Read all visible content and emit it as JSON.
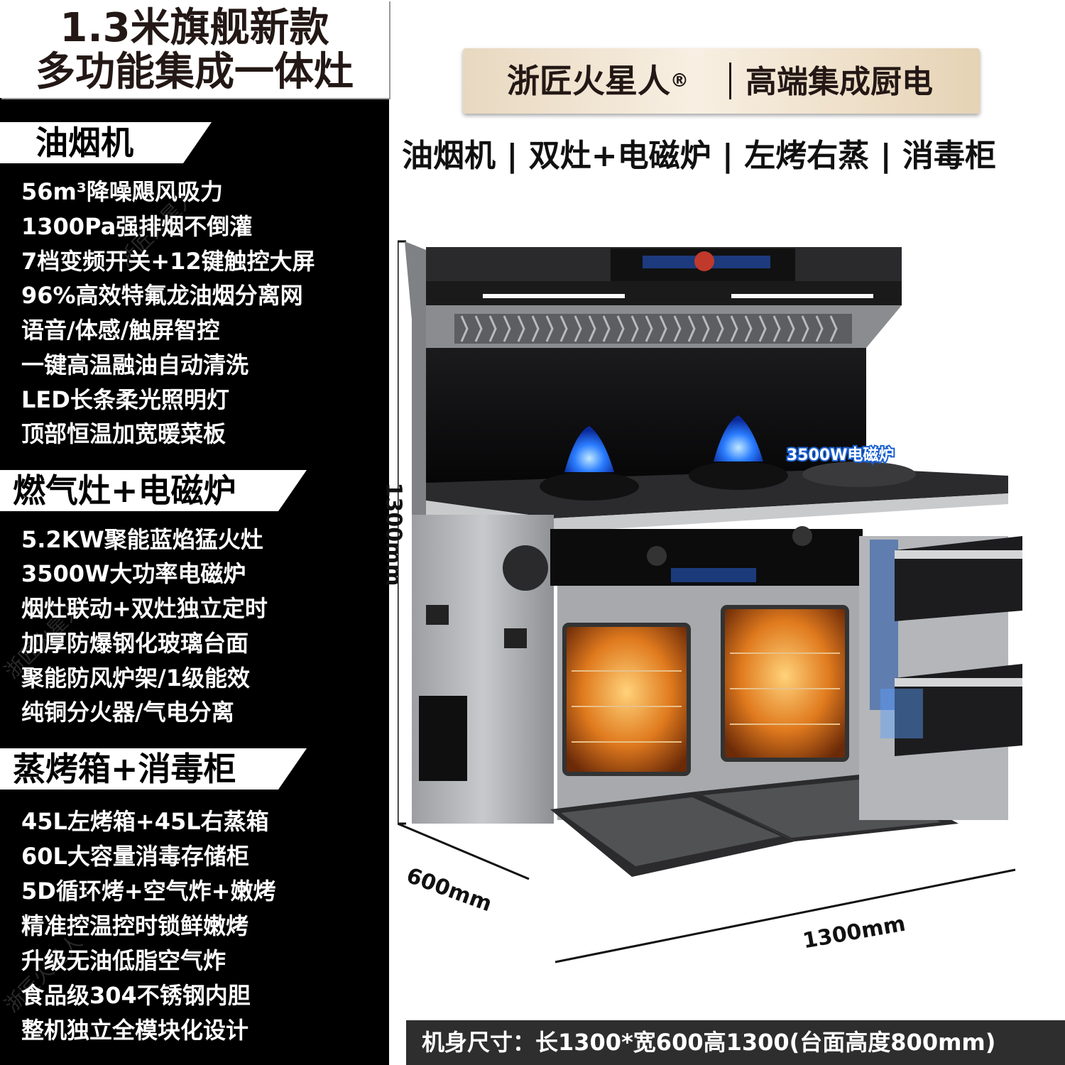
{
  "title": {
    "line1": "1.3米旗舰新款",
    "line2": "多功能集成一体灶"
  },
  "sections": [
    {
      "heading": "油烟机",
      "items": [
        "56m³降噪飓风吸力",
        "1300Pa强排烟不倒灌",
        "7档变频开关+12键触控大屏",
        "96%高效特氟龙油烟分离网",
        "语音/体感/触屏智控",
        "一键高温融油自动清洗",
        "LED长条柔光照明灯",
        "顶部恒温加宽暖菜板"
      ]
    },
    {
      "heading": "燃气灶+电磁炉",
      "items": [
        "5.2KW聚能蓝焰猛火灶",
        "3500W大功率电磁炉",
        "烟灶联动+双灶独立定时",
        "加厚防爆钢化玻璃台面",
        "聚能防风炉架/1级能效",
        "纯铜分火器/气电分离"
      ]
    },
    {
      "heading": "蒸烤箱+消毒柜",
      "items": [
        "45L左烤箱+45L右蒸箱",
        "60L大容量消毒存储柜",
        "5D循环烤+空气炸+嫩烤",
        "精准控温控时锁鲜嫩烤",
        "升级无油低脂空气炸",
        "食品级304不锈钢内胆",
        "整机独立全模块化设计"
      ]
    }
  ],
  "brand": {
    "name": "浙匠火星人",
    "reg": "®",
    "tagline": "高端集成厨电"
  },
  "subtitle": "油烟机 | 双灶+电磁炉 | 左烤右蒸 | 消毒柜",
  "product": {
    "induction_label": "3500W电磁炉",
    "height_label": "1300mm",
    "depth_label": "600mm",
    "width_label": "1300mm"
  },
  "watermark": "浙匠火星人",
  "footer": "机身尺寸：长1300*宽600高1300(台面高度800mm)"
}
